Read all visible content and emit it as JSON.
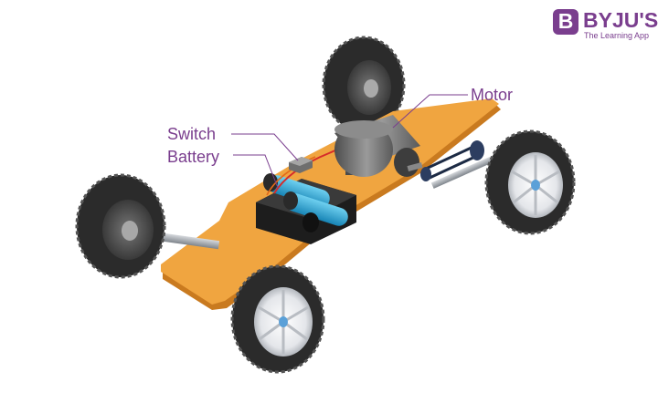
{
  "brand": {
    "logo_letter": "B",
    "name": "BYJU'S",
    "tagline": "The Learning App",
    "color": "#7a3e8e"
  },
  "labels": {
    "switch": "Switch",
    "battery": "Battery",
    "motor": "Motor"
  },
  "colors": {
    "label_text": "#7a3e8e",
    "leader_line": "#7a3e8e",
    "board": "#f0a540",
    "board_edge": "#c97a1f",
    "battery": "#2aa7d8",
    "tire": "#2b2b2b",
    "motor": "#6b6b6b",
    "axle": "#a9adb2"
  },
  "icons": [
    "tire-icon",
    "rim-icon",
    "motor-icon",
    "battery-cell-icon",
    "switch-icon",
    "belt-pulley-icon"
  ]
}
